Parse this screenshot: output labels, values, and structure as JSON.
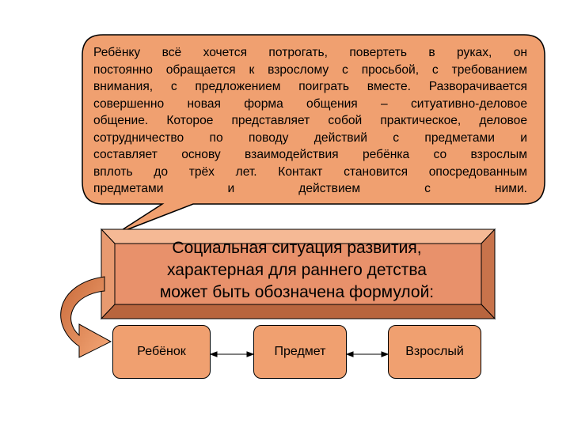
{
  "speech_bubble": {
    "lines": [
      "Ребёнку всё хочется потрогать, повертеть в руках, он",
      "постоянно обращается к взрослому с просьбой, с требованием",
      "внимания, с предложением поиграть вместе. Разворачивается",
      "совершенно новая форма общения – ситуативно-деловое",
      "общение. Которое представляет собой практическое, деловое",
      "сотрудничество по поводу действий с предметами и",
      "составляет основу взаимодействия ребёнка со взрослым",
      "вплоть до трёх лет. Контакт становится опосредованным",
      "предметами и действием с ними."
    ]
  },
  "formula_frame": {
    "lines": [
      "Социальная ситуация развития,",
      "характерная для раннего детства",
      "может быть обозначена формулой:"
    ]
  },
  "nodes": {
    "child": "Ребёнок",
    "object": "Предмет",
    "adult": "Взрослый"
  },
  "colors": {
    "bubble_fill": "#f0a070",
    "frame_fill": "#e8916b",
    "frame_inner": "#f0a888",
    "node_fill": "#f0a070"
  }
}
